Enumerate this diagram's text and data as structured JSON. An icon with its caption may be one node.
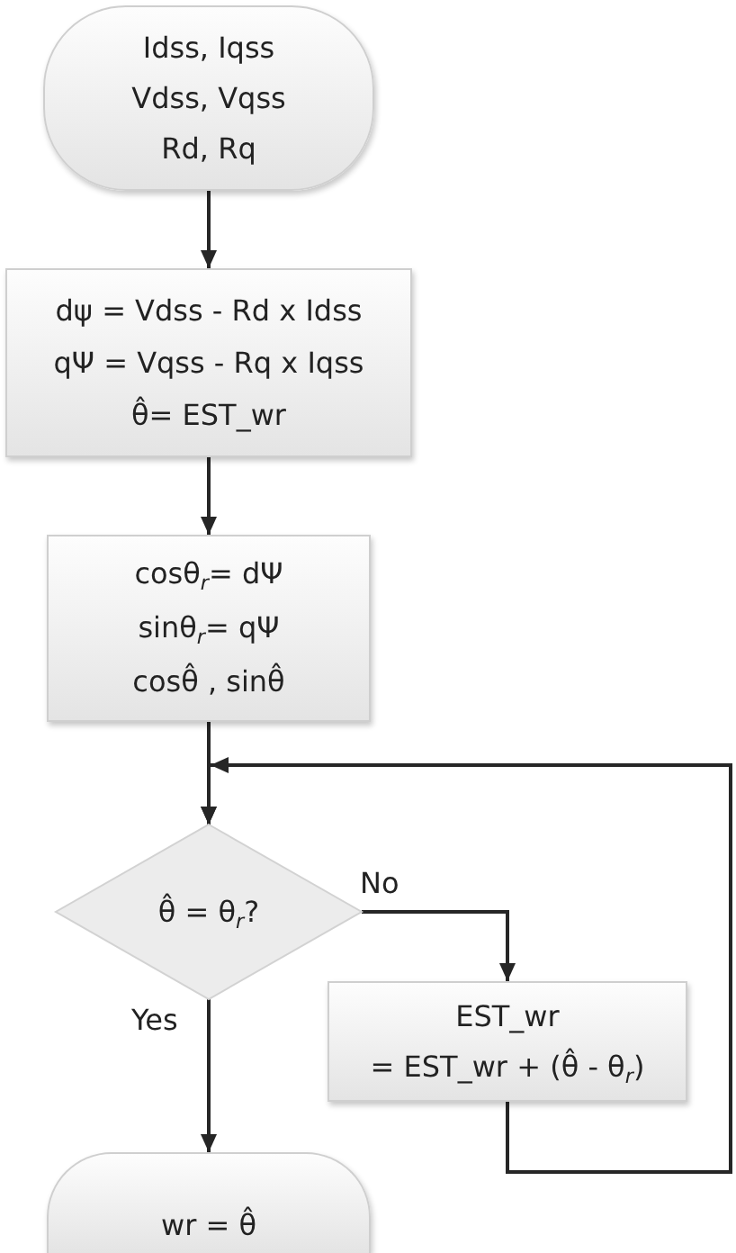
{
  "diagram": {
    "nodes": [
      {
        "text": [
          "Idss, Iqss",
          "Vdss, Vqss",
          "Rd, Rq"
        ]
      },
      {
        "text": [
          "dψ = Vdss - Rd x Idss",
          "qΨ = Vqss - Rq x Iqss",
          "θ̂= EST_wr"
        ]
      },
      {
        "text": [
          "cosθ$_{r}$= dΨ",
          "sinθ$_{r}$= qΨ",
          "cosθ̂ , sinθ̂"
        ]
      },
      {
        "text": [
          "θ̂ = θ$_{r}$?"
        ]
      },
      {
        "text": [
          "EST_wr",
          "= EST_wr + (θ̂ - θ$_{r}$)"
        ]
      },
      {
        "text": [
          "wr = θ̂"
        ]
      }
    ],
    "edges": [
      {
        "from": 0,
        "to": 1,
        "arrow": "to"
      },
      {
        "from": 1,
        "to": 2,
        "arrow": "to"
      },
      {
        "from": 2,
        "to": 3,
        "arrow": "to"
      },
      {
        "from": 3,
        "to": 4,
        "arrow": "to",
        "label": "No"
      },
      {
        "from": 3,
        "to": 5,
        "arrow": "to",
        "label": "Yes"
      },
      {
        "from": 4,
        "to": 3,
        "arrow": "to"
      }
    ]
  }
}
